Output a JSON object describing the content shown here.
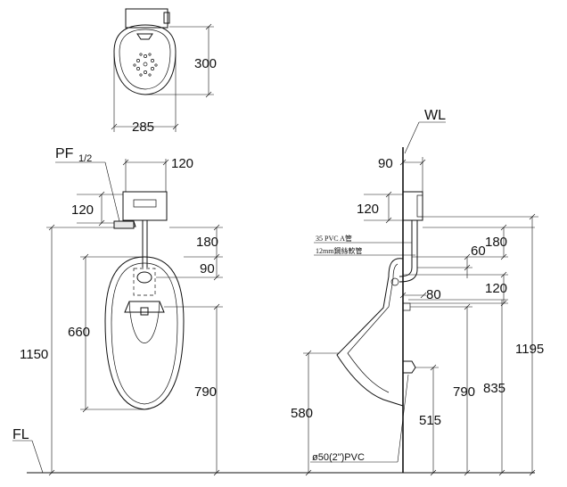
{
  "top_view": {
    "width_dim": "285",
    "depth_dim": "300"
  },
  "front_view": {
    "pf_label": "PF",
    "pf_sub": "1/2",
    "valve_width": "120",
    "valve_height": "120",
    "dim_180": "180",
    "dim_90": "90",
    "dim_660": "660",
    "dim_1150": "1150",
    "dim_790": "790",
    "fl_label": "FL"
  },
  "side_view": {
    "wl_label": "WL",
    "dim_90": "90",
    "dim_120_top": "120",
    "pipe_note_1": "35  PVC A管",
    "pipe_note_2": "12mm鋼絲軟管",
    "dim_180": "180",
    "dim_60": "60",
    "dim_80": "80",
    "dim_120_mid": "120",
    "dim_1195": "1195",
    "dim_835": "835",
    "dim_790": "790",
    "dim_580": "580",
    "dim_515": "515",
    "drain_note": "ø50(2\")PVC"
  }
}
